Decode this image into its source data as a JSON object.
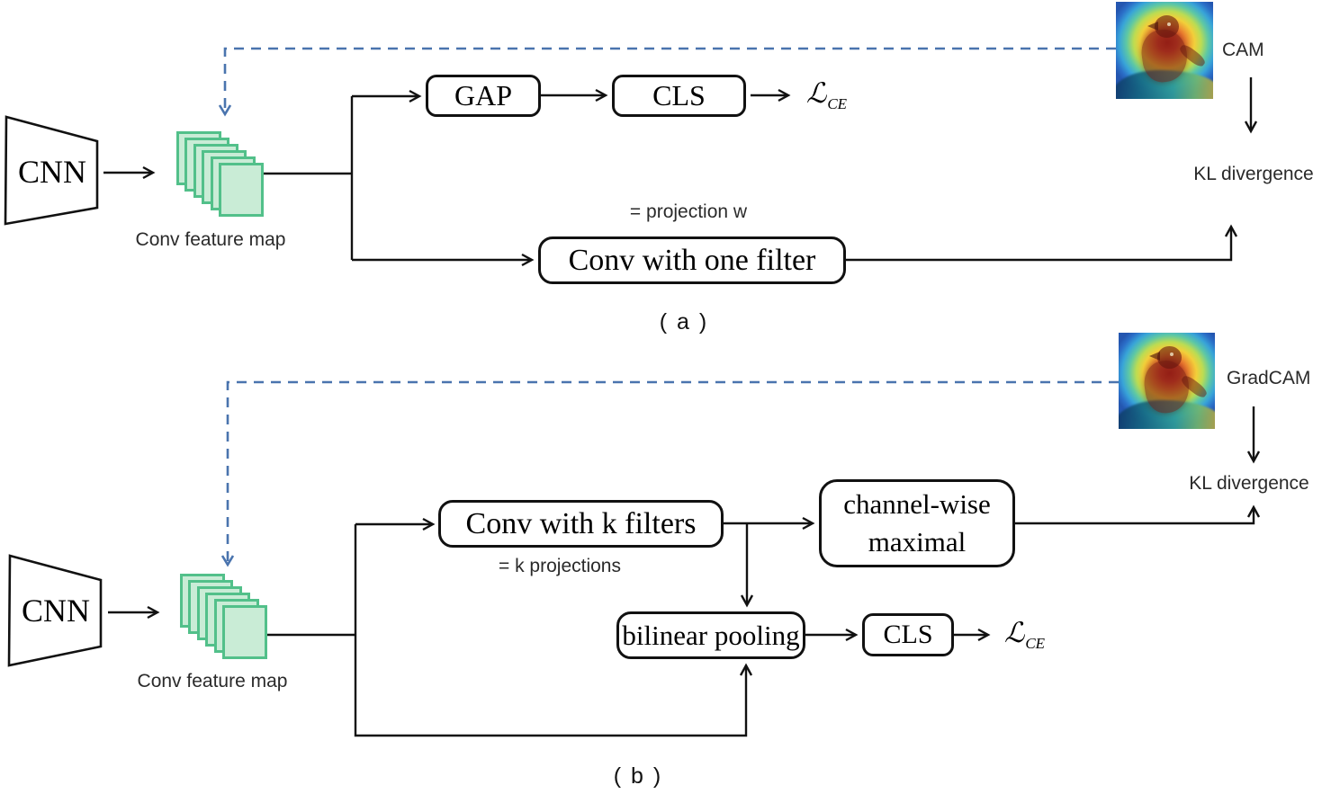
{
  "figure": {
    "panel_a": {
      "caption": "( a )",
      "cnn_label": "CNN",
      "feature_map_label": "Conv feature map",
      "gap_label": "GAP",
      "cls_label": "CLS",
      "loss_symbol": "ℒ",
      "loss_subscript": "CE",
      "projection_note": "= projection w",
      "conv_box_label": "Conv with one filter",
      "heatmap_label": "CAM",
      "kl_label": "KL divergence"
    },
    "panel_b": {
      "caption": "( b )",
      "cnn_label": "CNN",
      "feature_map_label": "Conv feature map",
      "conv_box_label": "Conv with k filters",
      "projection_note": "= k projections",
      "channelwise_line1": "channel-wise",
      "channelwise_line2": "maximal",
      "bilinear_label": "bilinear pooling",
      "cls_label": "CLS",
      "loss_symbol": "ℒ",
      "loss_subscript": "CE",
      "heatmap_label": "GradCAM",
      "kl_label": "KL divergence"
    },
    "colors": {
      "line_black": "#111111",
      "dashed_blue": "#4a74ae",
      "feature_map_fill": "#c9ecd6",
      "feature_map_border": "#52c08a"
    }
  }
}
